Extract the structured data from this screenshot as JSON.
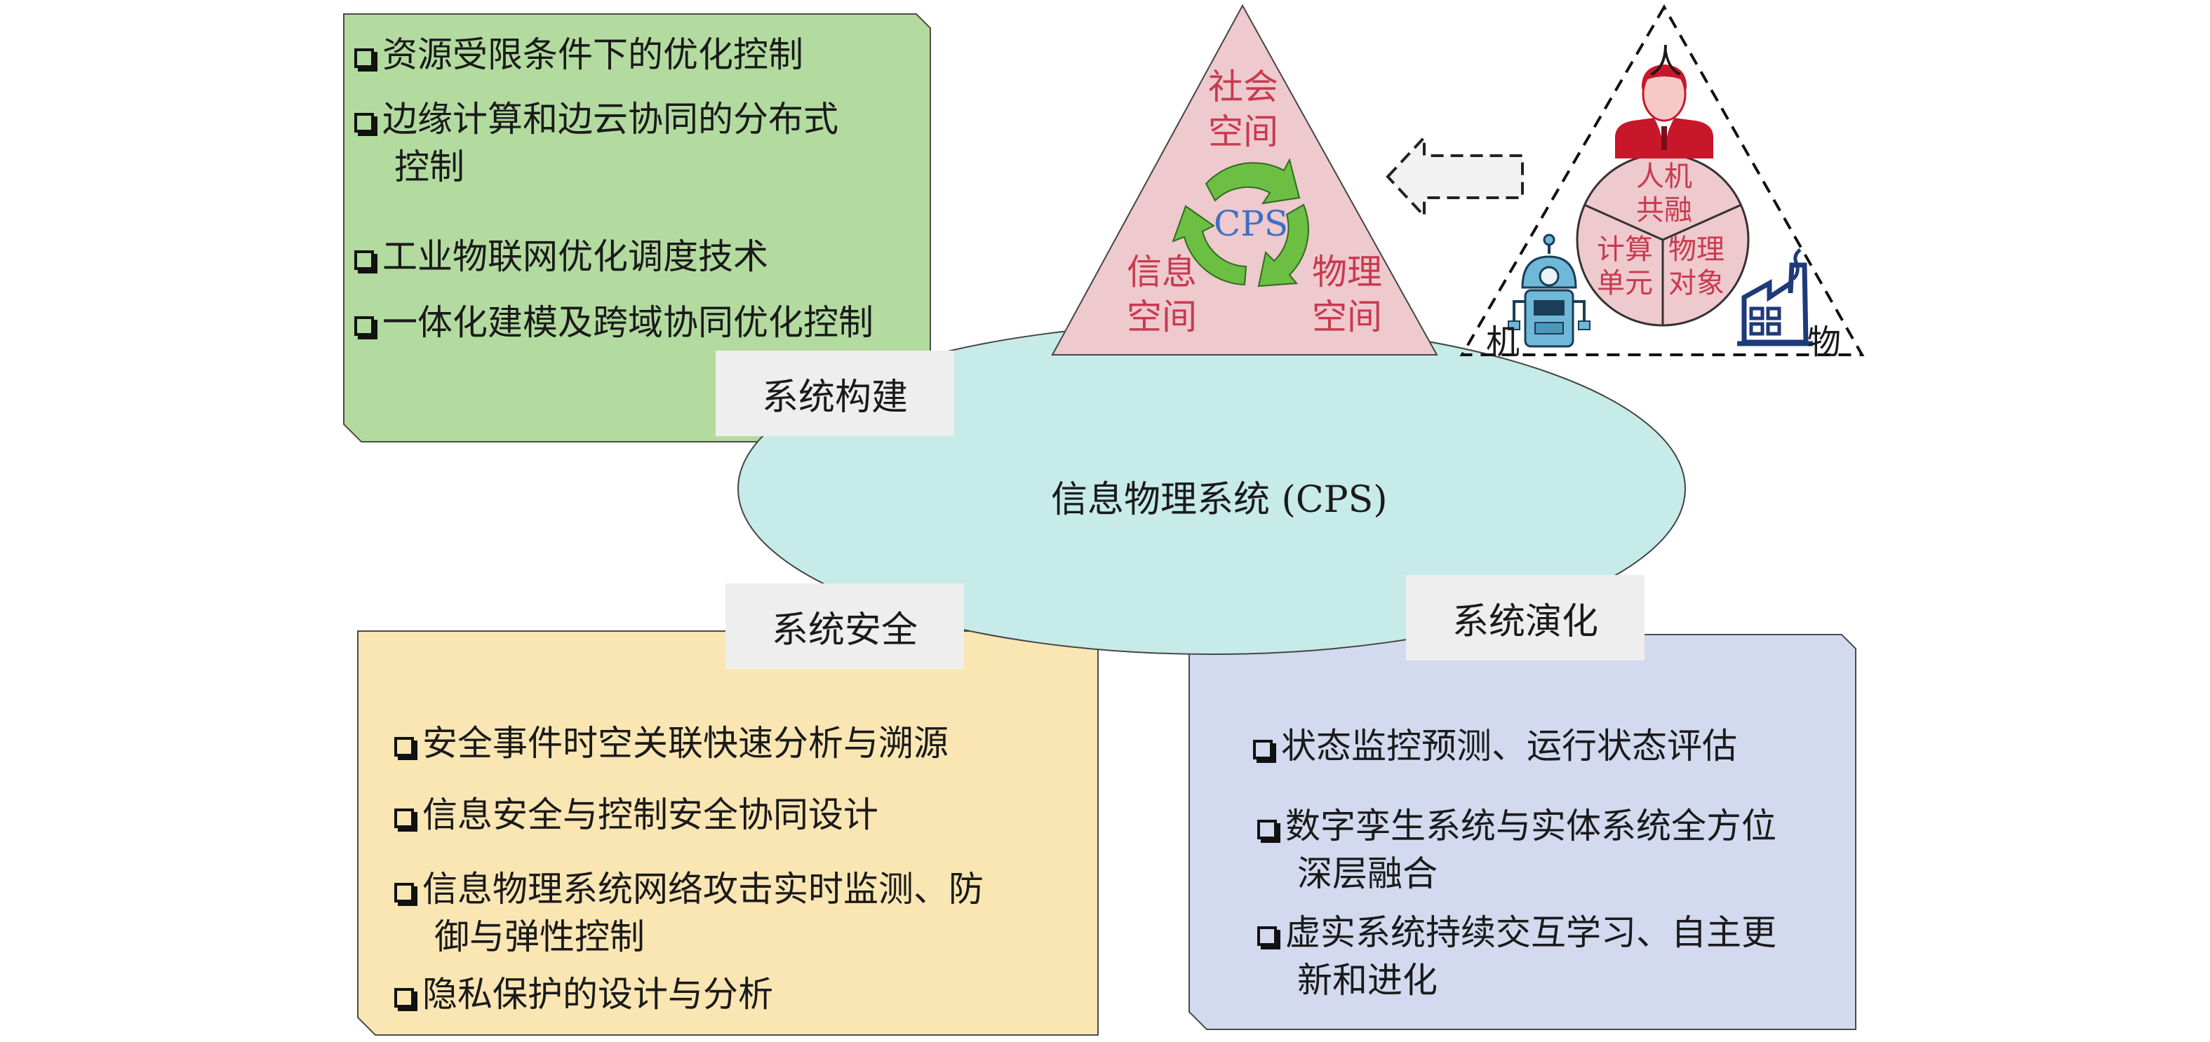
{
  "center": {
    "title": "信息物理系统 (CPS)"
  },
  "labels": {
    "build": "系统构建",
    "security": "系统安全",
    "evolution": "系统演化"
  },
  "panels": {
    "build": {
      "items": [
        [
          "资源受限条件下的优化控制"
        ],
        [
          "边缘计算和边云协同的分布式",
          "控制"
        ],
        [
          "工业物联网优化调度技术"
        ],
        [
          "一体化建模及跨域协同优化控制"
        ]
      ]
    },
    "security": {
      "items": [
        [
          "安全事件时空关联快速分析与溯源"
        ],
        [
          "信息安全与控制安全协同设计"
        ],
        [
          "信息物理系统网络攻击实时监测、防",
          "御与弹性控制"
        ],
        [
          "隐私保护的设计与分析"
        ]
      ]
    },
    "evolution": {
      "items": [
        [
          "状态监控预测、运行状态评估"
        ],
        [
          "数字孪生系统与实体系统全方位",
          "深层融合"
        ],
        [
          "虚实系统持续交互学习、自主更",
          "新和进化"
        ]
      ]
    }
  },
  "cps_triangle": {
    "top": [
      "社会",
      "空间"
    ],
    "left": [
      "信息",
      "空间"
    ],
    "right": [
      "物理",
      "空间"
    ],
    "center": "CPS"
  },
  "hcps": {
    "corner_top": "人",
    "corner_left": "机",
    "corner_right": "物",
    "top_sector": [
      "人机",
      "共融"
    ],
    "left_sector": [
      "计算",
      "单元"
    ],
    "right_sector": [
      "物理",
      "对象"
    ]
  },
  "colors": {
    "build_panel": "#b3dba0",
    "security_panel": "#f9e6b3",
    "evolution_panel": "#d3daef",
    "ellipse": "#c6ebe8",
    "cps_triangle": "#eec9cd",
    "cps_text": "#3c6fc7",
    "accent_red": "#c83a4f",
    "cycle_arrow": "#6cbf42"
  }
}
